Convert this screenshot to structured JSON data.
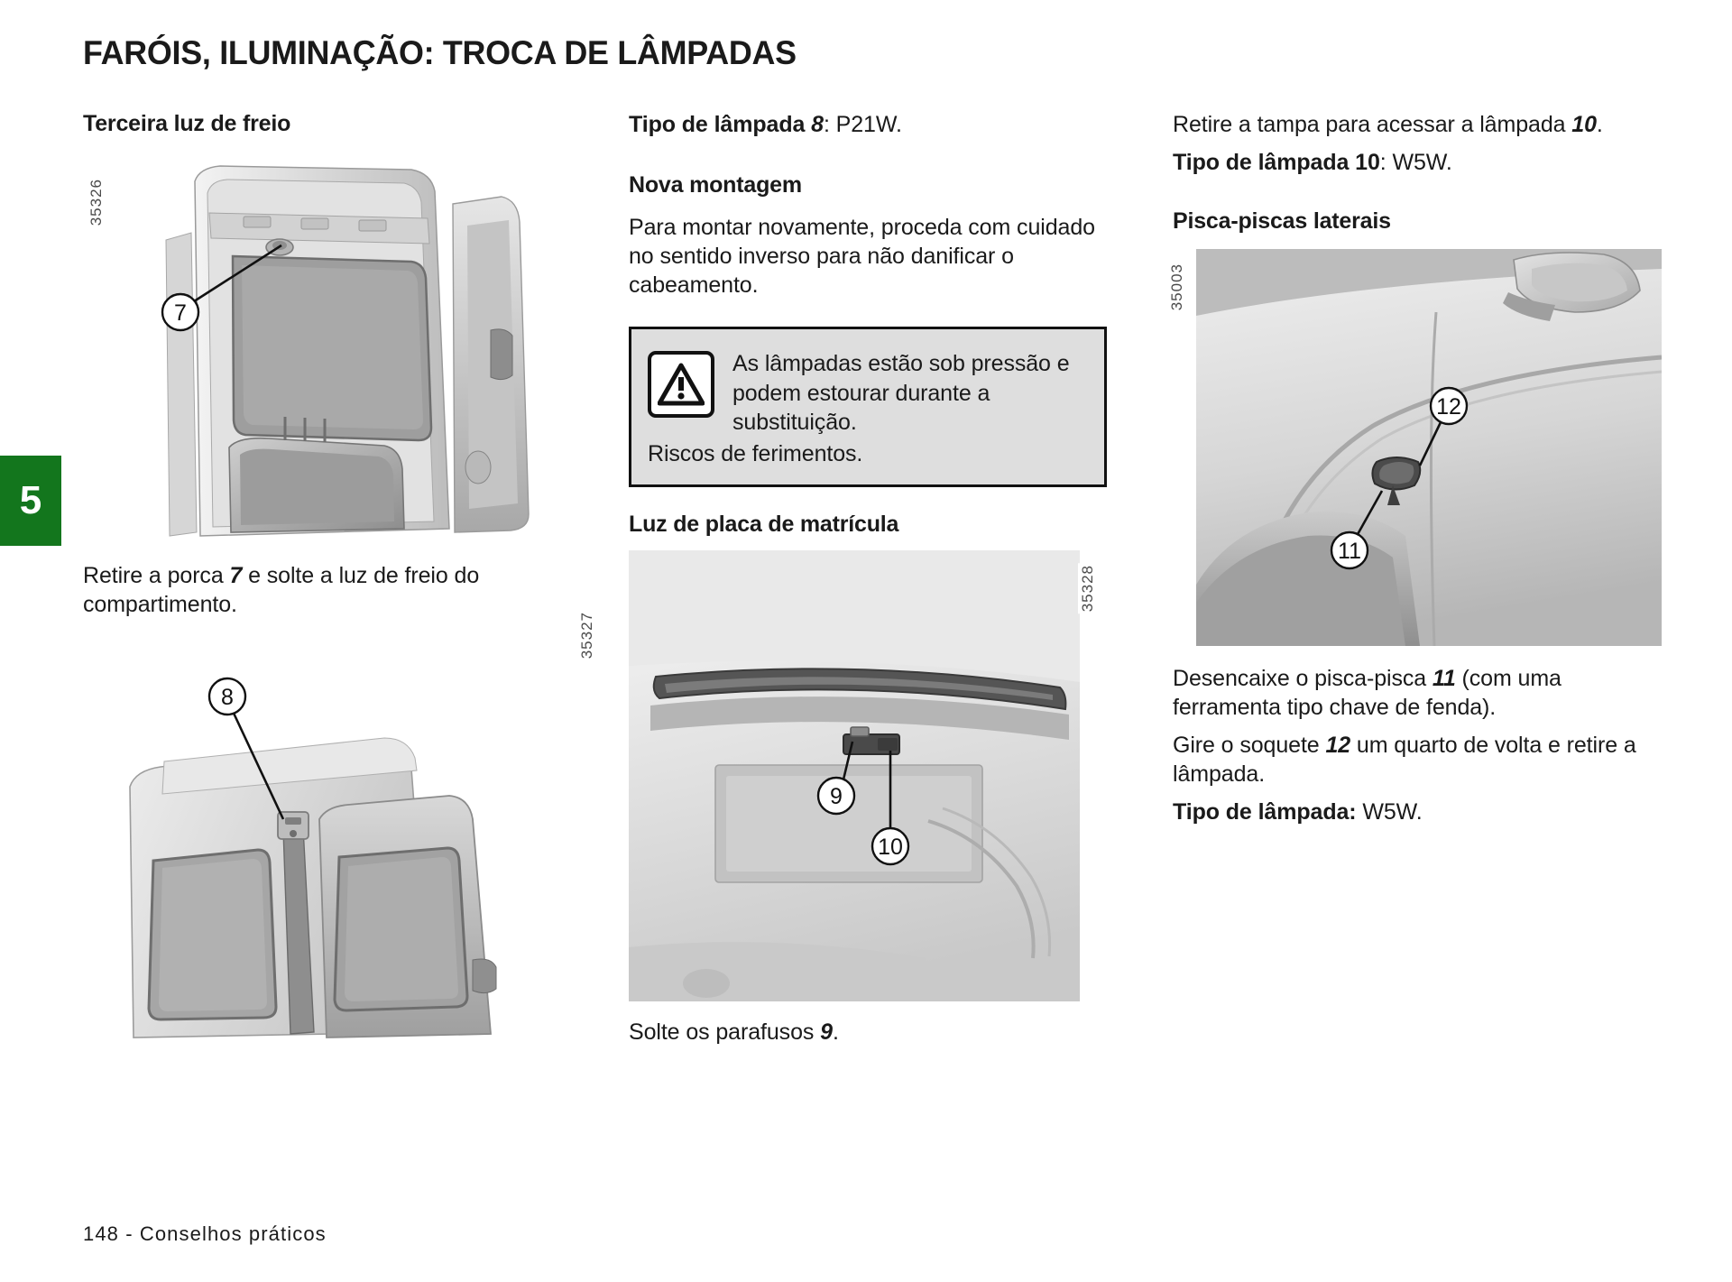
{
  "document": {
    "title": "FARÓIS, ILUMINAÇÃO: TROCA DE LÂMPADAS",
    "chapter_tab": "5",
    "chapter_tab_color": "#13761d",
    "footer": "148 - Conselhos práticos"
  },
  "column_left": {
    "heading": "Terceira luz de freio",
    "figure_1": {
      "number": "35326",
      "callouts": [
        "7"
      ]
    },
    "caption_1_parts": {
      "a": "Retire a porca ",
      "b": "7",
      "c": " e solte a luz de freio do compartimento."
    },
    "figure_2": {
      "number": "35327",
      "callouts": [
        "8"
      ]
    }
  },
  "column_middle": {
    "bulb_type_8": {
      "label": "Tipo de lâmpada ",
      "ref": "8",
      "value": ": P21W."
    },
    "heading_remount": "Nova montagem",
    "remount_text": "Para montar novamente, proceda com cuidado no sentido inverso para não danificar o cabeamento.",
    "warning": {
      "icon": "warning-triangle-icon",
      "text": "As lâmpadas estão sob pressão e podem estourar durante a substituição.",
      "tail": "Riscos de ferimentos."
    },
    "heading_plate_light": "Luz de placa de matrícula",
    "figure_3": {
      "number": "35328",
      "callouts": [
        "9",
        "10"
      ]
    },
    "caption_3_parts": {
      "a": "Solte os parafusos ",
      "b": "9",
      "c": "."
    }
  },
  "column_right": {
    "cover_text_parts": {
      "a": "Retire a tampa para acessar a lâmpada ",
      "b": "10",
      "c": "."
    },
    "bulb_type_10": {
      "label": "Tipo de lâmpada 10",
      "value": ": W5W."
    },
    "heading_side_repeaters": "Pisca-piscas laterais",
    "figure_4": {
      "number": "35003",
      "callouts": [
        "12",
        "11"
      ]
    },
    "unclip_parts": {
      "a": "Desencaixe o pisca-pisca ",
      "b": "11",
      "c": " (com uma ferramenta tipo chave de fenda)."
    },
    "rotate_parts": {
      "a": "Gire o soquete ",
      "b": "12",
      "c": " um quarto de volta e retire a lâmpada."
    },
    "bulb_type_generic": {
      "label": "Tipo de lâmpada:",
      "value": " W5W."
    }
  }
}
